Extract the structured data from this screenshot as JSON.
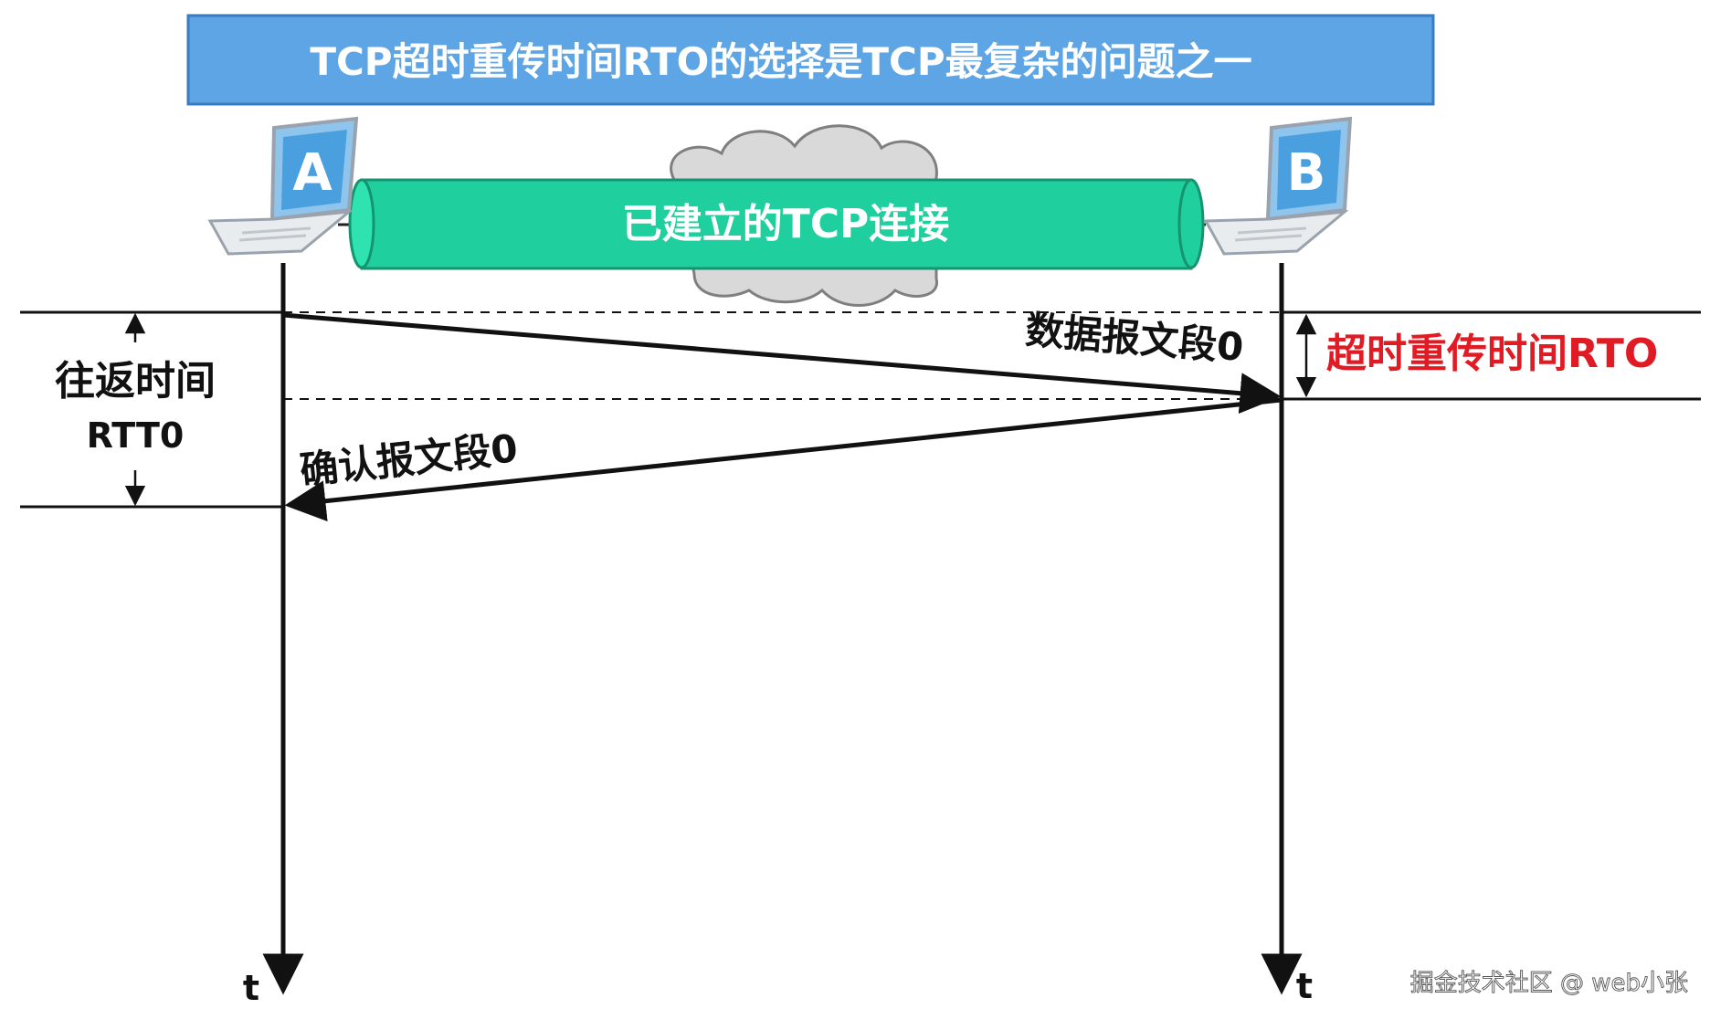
{
  "title": "TCP超时重传时间RTO的选择是TCP最复杂的问题之一",
  "host_a": {
    "label": "A"
  },
  "host_b": {
    "label": "B"
  },
  "connection": {
    "label": "已建立的TCP连接"
  },
  "segments": {
    "data": "数据报文段0",
    "ack": "确认报文段0"
  },
  "rtt": {
    "label_line1": "往返时间",
    "label_line2": "RTT0"
  },
  "rto": {
    "label": "超时重传时间RTO"
  },
  "timeline": {
    "a_axis": "t",
    "b_axis": "t"
  },
  "watermark": "掘金技术社区 @ web小张",
  "colors": {
    "banner": "#5ea5e6",
    "pipe": "#1fcf9d",
    "rto_text": "#e01b24"
  }
}
